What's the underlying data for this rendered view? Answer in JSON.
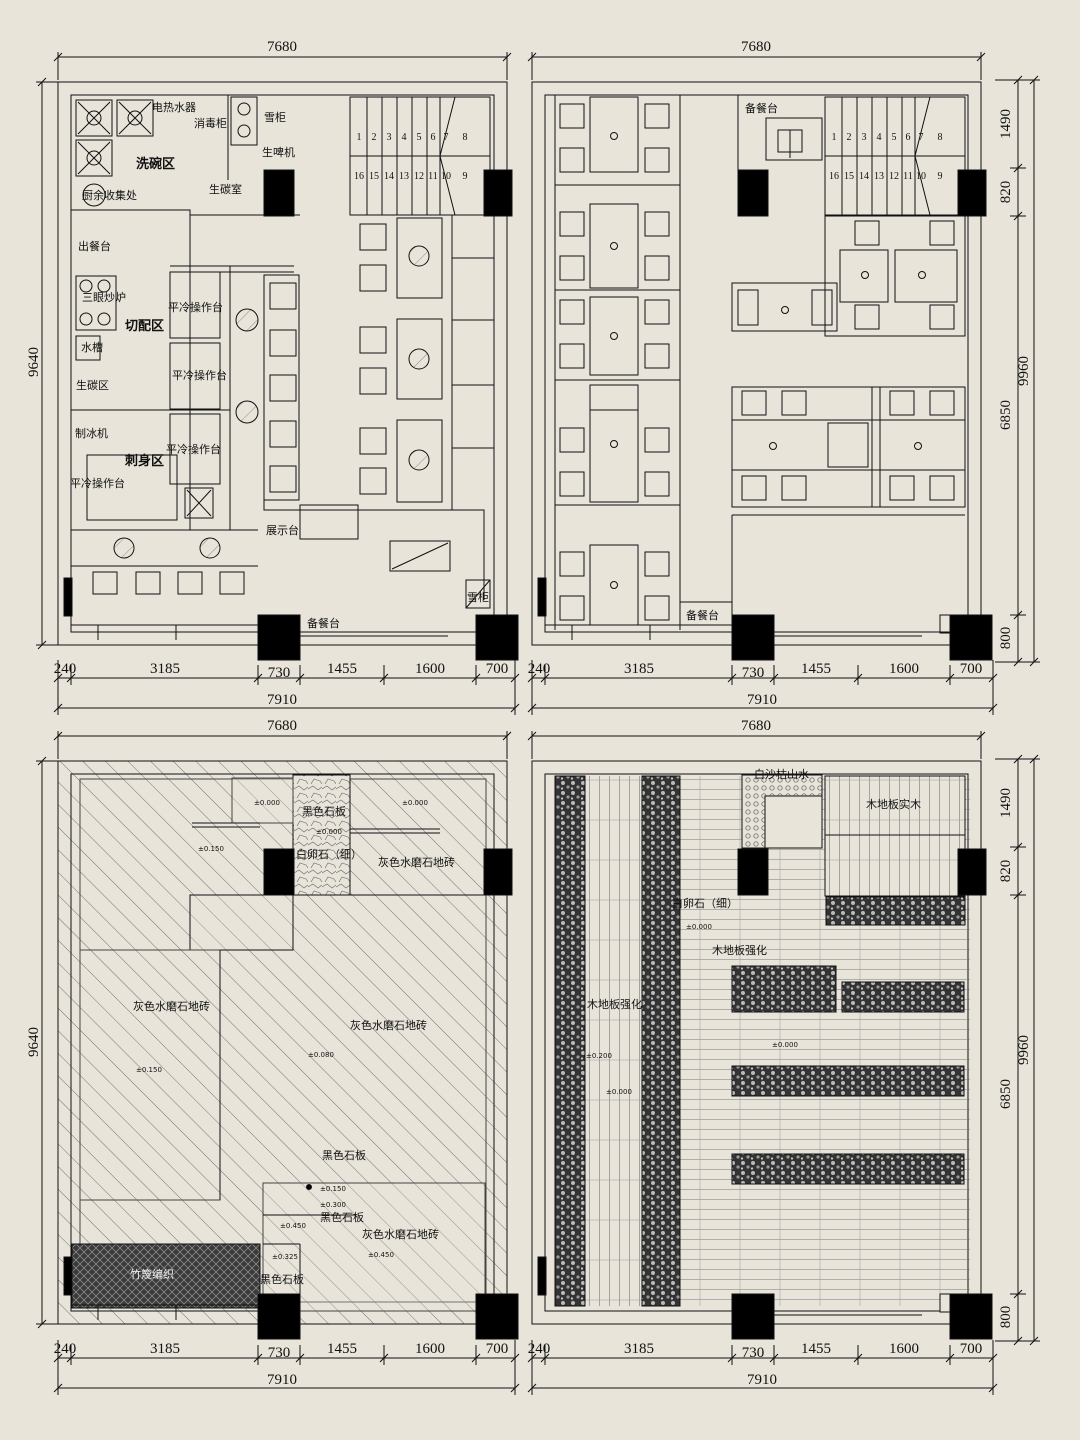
{
  "colors": {
    "background": "#e8e4da",
    "line": "#111111",
    "column": "#000000"
  },
  "dims": {
    "top": "7680",
    "left": "9640",
    "right_total": "9960",
    "right_segments": [
      "1490",
      "820",
      "6850",
      "800"
    ],
    "bottom_segments": [
      "240",
      "3185",
      "730",
      "1455",
      "1600",
      "700"
    ],
    "bottom_total": "7910"
  },
  "stairs": {
    "upper_row": [
      "1",
      "2",
      "3",
      "4",
      "5",
      "6",
      "7",
      "8"
    ],
    "lower_row": [
      "16",
      "15",
      "14",
      "13",
      "12",
      "11",
      "10",
      "9"
    ]
  },
  "plan1": {
    "water_heater": "电热水器",
    "sterilizer": "消毒柜",
    "freezer_top": "雪柜",
    "beer_machine": "生啤机",
    "dish_area": "洗碗区",
    "waste": "厨余收集处",
    "raw_carbon_room": "生碳室",
    "serving": "出餐台",
    "stove": "三眼炒炉",
    "prep_area": "切配区",
    "sink": "水槽",
    "raw_carbon_area": "生碳区",
    "cold_table_1": "平冷操作台",
    "cold_table_2": "平冷操作台",
    "ice_machine": "制冰机",
    "sashimi_area": "刺身区",
    "cold_table_3": "平冷操作台",
    "cold_table_4": "平冷操作台",
    "display": "展示台",
    "freezer_bottom": "雪柜",
    "prep_table": "备餐台"
  },
  "plan2": {
    "prep_table_top": "备餐台",
    "prep_table_bottom": "备餐台"
  },
  "plan3": {
    "black_slab_top": "黑色石板",
    "white_pebble": "白卵石（细）",
    "terrazzo_top": "灰色水磨石地砖",
    "terrazzo_left": "灰色水磨石地砖",
    "terrazzo_center": "灰色水磨石地砖",
    "black_slab_mid": "黑色石板",
    "black_slab_mid2": "黑色石板",
    "terrazzo_bottom": "灰色水磨石地砖",
    "black_slab_bottom": "黑色石板",
    "bamboo": "竹篾编织",
    "levels": [
      "±0.000",
      "±0.000",
      "±0.000",
      "±0.150",
      "±0.150",
      "±0.080",
      "±0.150",
      "±0.300",
      "±0.450",
      "±0.325",
      "±0.450"
    ]
  },
  "plan4": {
    "white_sand_garden": "白沙枯山水",
    "solid_wood": "木地板实木",
    "white_pebble": "白卵石（细）",
    "laminate_center": "木地板强化",
    "laminate_left": "木地板强化",
    "levels": [
      "±0.000",
      "±0.000",
      "±0.200",
      "±0.000"
    ]
  }
}
